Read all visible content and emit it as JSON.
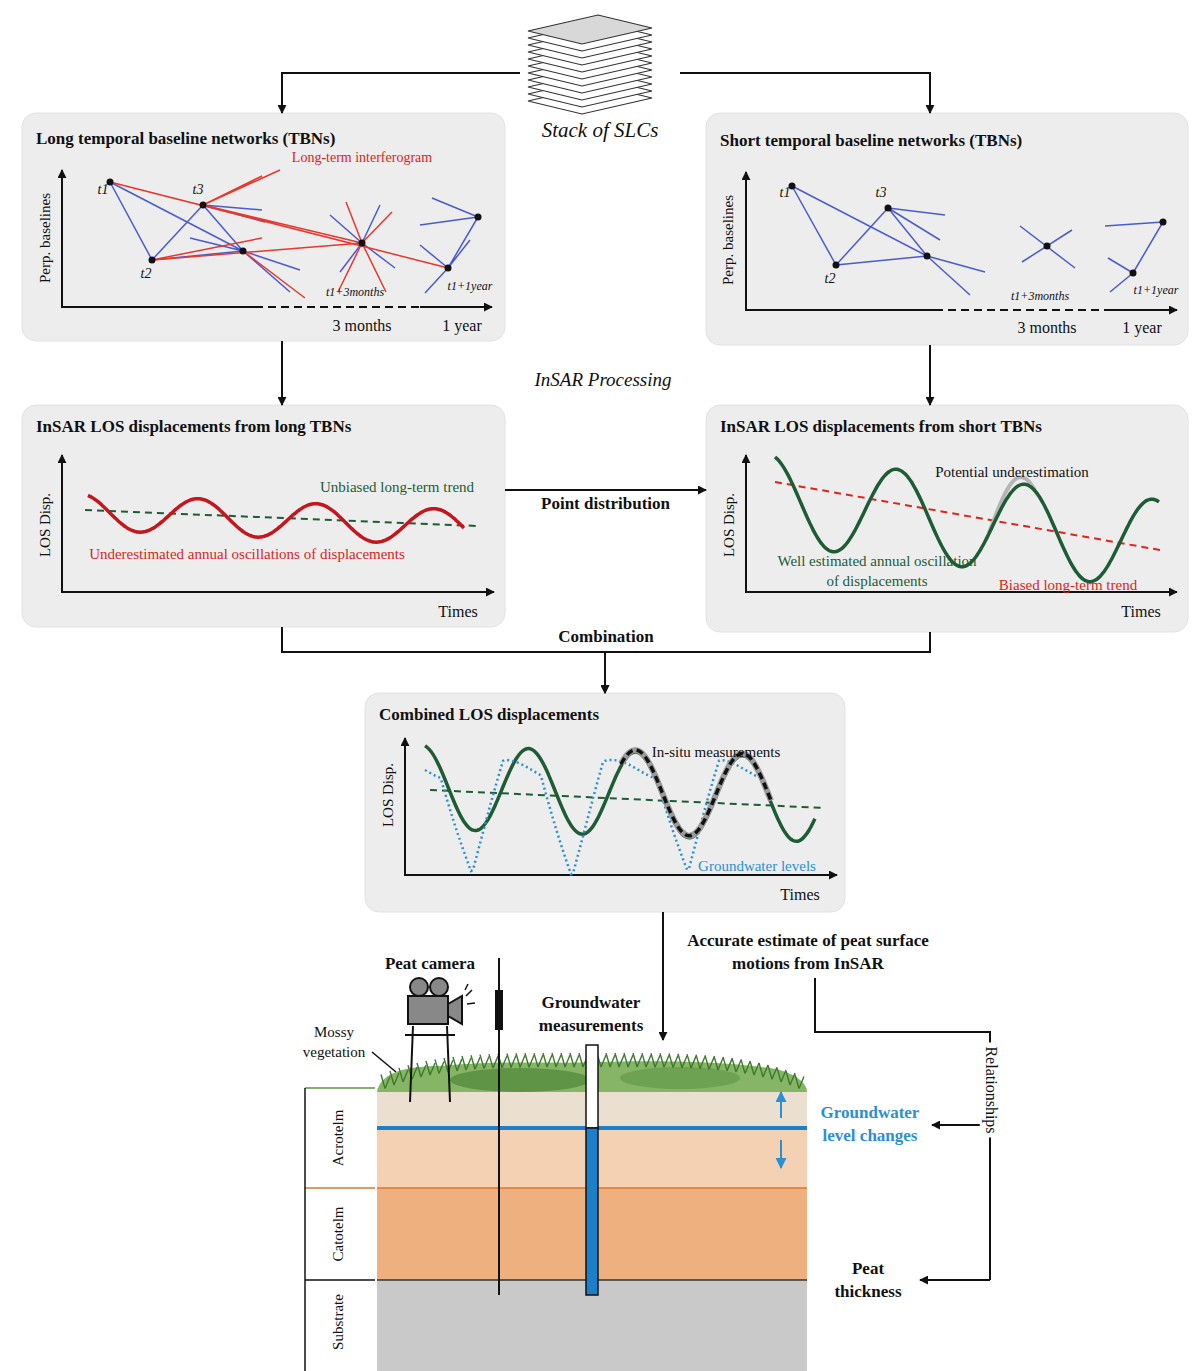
{
  "diagram": {
    "nodes": [
      {
        "text": [
          "Stack of SLCs"
        ]
      },
      {
        "text": [
          "Long temporal baseline networks (TBNs)"
        ]
      },
      {
        "text": [
          "Short temporal baseline networks (TBNs)"
        ]
      },
      {
        "text": [
          "InSAR LOS displacements from long TBNs"
        ]
      },
      {
        "text": [
          "InSAR LOS displacements from short TBNs"
        ]
      },
      {
        "text": [
          "Combined LOS displacements"
        ]
      }
    ],
    "edges": [
      {
        "from": 0,
        "to": 1,
        "arrow": "to"
      },
      {
        "from": 0,
        "to": 2,
        "arrow": "to"
      },
      {
        "from": 1,
        "to": 3,
        "arrow": "to"
      },
      {
        "from": 2,
        "to": 4,
        "arrow": "to"
      },
      {
        "from": 3,
        "to": 4,
        "label": "Point distribution",
        "arrow": "to"
      },
      {
        "from": 3,
        "to": 5,
        "arrow": "to"
      },
      {
        "from": 4,
        "to": 5,
        "arrow": "to"
      }
    ],
    "labels": [
      "Long-term interferogram",
      "Perp. baselines",
      "t1",
      "t3",
      "t2",
      "t1+3months",
      "t1+1year",
      "3 months",
      "1 year",
      "Perp. baselines",
      "t1",
      "t3",
      "t2",
      "t1+3months",
      "t1+1year",
      "3 months",
      "1 year",
      "InSAR Processing",
      "LOS Disp.",
      "Unbiased long-term trend",
      "Underestimated annual oscillations of displacements",
      "Times",
      "LOS Disp.",
      "Potential underestimation",
      "Well estimated annual oscillation of displacements",
      "Biased long-term trend",
      "Times",
      "Combination",
      "LOS Disp.",
      "In-situ measurements",
      "Groundwater levels",
      "Times",
      "Accurate estimate of peat surface motions from InSAR",
      "Peat camera",
      "Groundwater measurements",
      "Mossy vegetation",
      "Groundwater level changes",
      "Relationships",
      "Acrotelm",
      "Catotelm",
      "Substrate",
      "Peat thickness"
    ]
  }
}
